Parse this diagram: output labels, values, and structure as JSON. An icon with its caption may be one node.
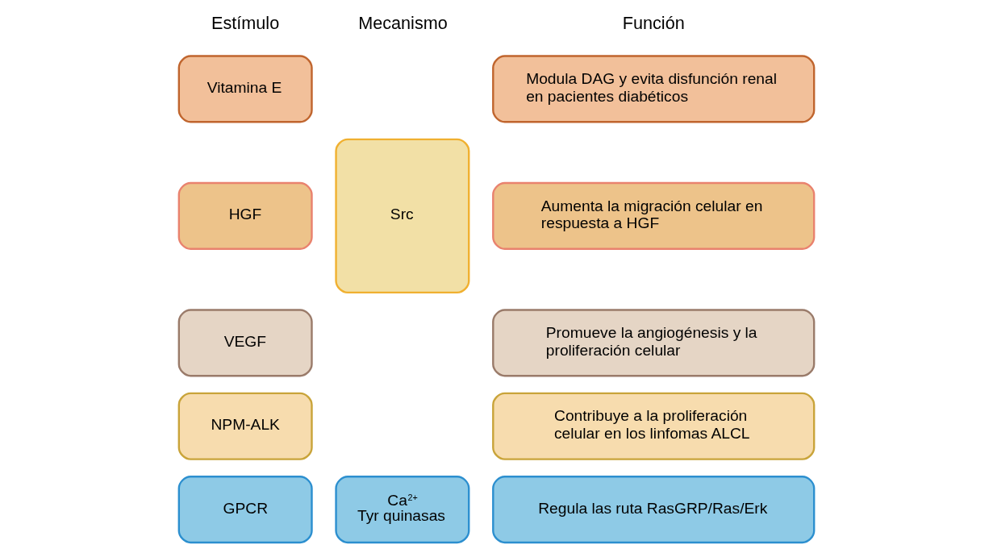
{
  "diagram": {
    "nodes": [
      {
        "text": [
          "Vitamina E"
        ]
      },
      {
        "text": [
          "HGF"
        ]
      },
      {
        "text": [
          "VEGF"
        ]
      },
      {
        "text": [
          "NPM-ALK"
        ]
      },
      {
        "text": [
          "GPCR"
        ]
      },
      {
        "text": [
          "Src"
        ]
      },
      {
        "text": [
          "Ca$^{2+}$ Tyr quinasas"
        ]
      },
      {
        "text": [
          "Modula DAG y evita disfunción renal en pacientes diabéticos"
        ]
      },
      {
        "text": [
          "Aumenta la migración celular en respuesta a HGF"
        ]
      },
      {
        "text": [
          "Promueve la angiogénesis y la proliferación celular"
        ]
      },
      {
        "text": [
          "Contribuye a la proliferación celular en los linfomas ALCL"
        ]
      },
      {
        "text": [
          "Regula las ruta RasGRP/Ras/Erk"
        ]
      }
    ],
    "labels": [
      "Estímulo",
      "Mecanismo",
      "Función"
    ]
  }
}
